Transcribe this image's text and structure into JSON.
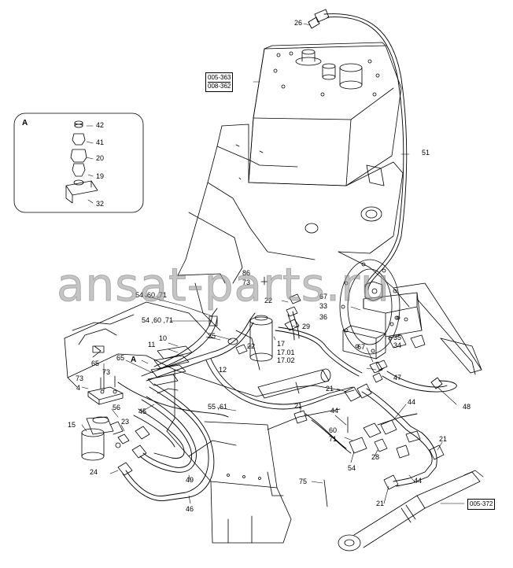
{
  "watermark": "ansat-parts.ru",
  "inset": {
    "label": "A"
  },
  "view_marker": "A",
  "references": [
    "005-363",
    "008-362",
    "005-372"
  ],
  "callouts": {
    "c26": "26",
    "c51": "51",
    "c42": "42",
    "c41": "41",
    "c20": "20",
    "c19": "19",
    "c32": "32",
    "c86": "86",
    "c73a": "73",
    "c546071a": "54 ,60 ,71",
    "c546071b": "54 ,60 ,71",
    "c22a": "22",
    "c67a": "67",
    "c33": "33",
    "c36": "36",
    "c29": "29",
    "c25": "25",
    "c22b": "22",
    "c17": "17",
    "c1701": "17.01",
    "c1702": "17.02",
    "c10": "10",
    "c11": "11",
    "c65a": "65",
    "c65b": "65",
    "c73b": "73",
    "c73c": "73",
    "c4": "4",
    "c12": "12",
    "c35": "35",
    "c34": "34",
    "c67b": "67",
    "c47": "47",
    "c21a": "21",
    "c48": "48",
    "c15": "15",
    "c56": "56",
    "c23": "23",
    "c45": "45",
    "c5561": "55 ,61",
    "c21b": "21",
    "c44a": "44",
    "c44b": "44",
    "c60": "60",
    "c71": "71",
    "c54": "54",
    "c28": "28",
    "c21c": "21",
    "c24": "24",
    "c49": "49",
    "c46": "46",
    "c75": "75",
    "c44c": "44",
    "c21d": "21"
  }
}
